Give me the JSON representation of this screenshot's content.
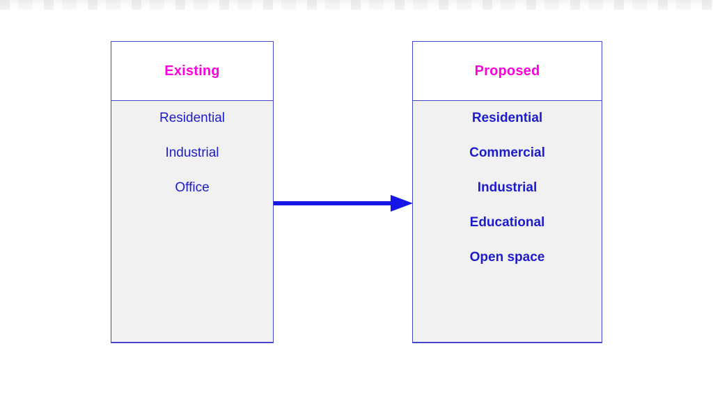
{
  "diagram": {
    "existing": {
      "title": "Existing",
      "items": [
        "Residential",
        "Industrial",
        "Office"
      ]
    },
    "proposed": {
      "title": "Proposed",
      "items": [
        "Residential",
        "Commercial",
        "Industrial",
        "Educational",
        "Open space"
      ]
    },
    "arrow": {
      "icon": "right-arrow",
      "direction": "left-to-right"
    }
  },
  "colors": {
    "title-color": "#ff00dd",
    "item-color": "#1c1ccd",
    "border-color": "#4545c8",
    "body-fill": "#f1f1f2",
    "arrow-color": "#1616e8"
  }
}
